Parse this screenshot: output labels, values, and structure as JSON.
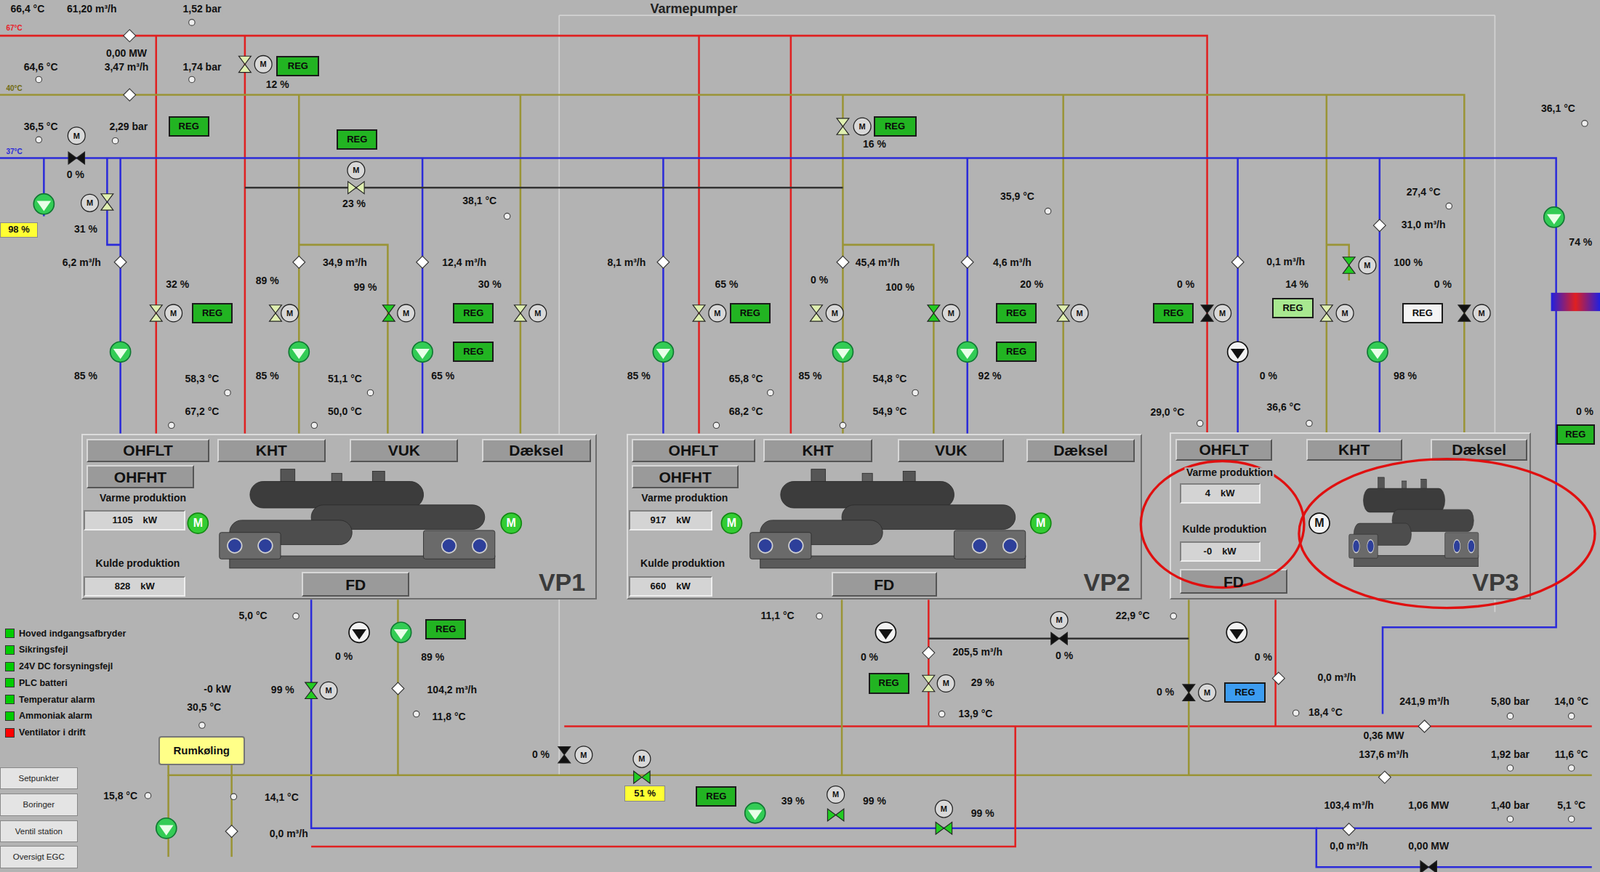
{
  "diagram": {
    "title": "Varmepumper",
    "nodes": [
      {
        "text": [
          "REG"
        ]
      },
      {
        "text": [
          "REG"
        ]
      },
      {
        "text": [
          "REG"
        ]
      },
      {
        "text": [
          "REG"
        ]
      },
      {
        "text": [
          "98 %"
        ]
      },
      {
        "text": [
          "REG"
        ]
      },
      {
        "text": [
          "REG"
        ]
      },
      {
        "text": [
          "REG"
        ]
      },
      {
        "text": [
          "REG"
        ]
      },
      {
        "text": [
          "REG"
        ]
      },
      {
        "text": [
          "REG"
        ]
      },
      {
        "text": [
          "REG"
        ]
      },
      {
        "text": [
          "REG"
        ]
      },
      {
        "text": [
          "REG"
        ]
      },
      {
        "text": [
          "REG"
        ]
      },
      {
        "text": [
          "VP1"
        ]
      },
      {
        "text": [
          "OHFLT"
        ],
        "in": 15
      },
      {
        "text": [
          "OHFHT"
        ],
        "in": 15
      },
      {
        "text": [
          "KHT"
        ],
        "in": 15
      },
      {
        "text": [
          "VUK"
        ],
        "in": 15
      },
      {
        "text": [
          "Dæksel"
        ],
        "in": 15
      },
      {
        "text": [
          "1105",
          "kW"
        ],
        "in": 15
      },
      {
        "text": [
          "828",
          "kW"
        ],
        "in": 15
      },
      {
        "text": [
          "FD"
        ],
        "in": 15
      },
      {
        "text": [
          "VP2"
        ]
      },
      {
        "text": [
          "OHFLT"
        ],
        "in": 24
      },
      {
        "text": [
          "OHFHT"
        ],
        "in": 24
      },
      {
        "text": [
          "KHT"
        ],
        "in": 24
      },
      {
        "text": [
          "VUK"
        ],
        "in": 24
      },
      {
        "text": [
          "Dæksel"
        ],
        "in": 24
      },
      {
        "text": [
          "917",
          "kW"
        ],
        "in": 24
      },
      {
        "text": [
          "660",
          "kW"
        ],
        "in": 24
      },
      {
        "text": [
          "FD"
        ],
        "in": 24
      },
      {
        "text": [
          "VP3"
        ]
      },
      {
        "text": [
          "OHFLT"
        ],
        "in": 33
      },
      {
        "text": [
          "KHT"
        ],
        "in": 33
      },
      {
        "text": [
          "Dæksel"
        ],
        "in": 33
      },
      {
        "text": [
          "4",
          "kW"
        ],
        "in": 33
      },
      {
        "text": [
          "-0",
          "kW"
        ],
        "in": 33
      },
      {
        "text": [
          "FD"
        ],
        "in": 33
      },
      {
        "text": [
          "REG"
        ]
      },
      {
        "text": [
          "REG"
        ]
      },
      {
        "text": [
          "REG"
        ]
      },
      {
        "text": [
          "Rumkøling"
        ]
      },
      {
        "text": [
          "51 %"
        ]
      },
      {
        "text": [
          "REG"
        ]
      },
      {
        "text": [
          "Setpunkter"
        ]
      },
      {
        "text": [
          "Boringer"
        ]
      },
      {
        "text": [
          "Ventil station"
        ]
      },
      {
        "text": [
          "Oversigt EGC"
        ]
      }
    ],
    "labels": [
      "66,4 °C",
      "61,20 m³/h",
      "1,52 bar",
      "67°C",
      "0,00 MW",
      "3,47 m³/h",
      "64,6 °C",
      "1,74 bar",
      "12 %",
      "40°C",
      "36,5 °C",
      "2,29 bar",
      "37°C",
      "16 %",
      "36,1 °C",
      "0 %",
      "23 %",
      "38,1 °C",
      "35,9 °C",
      "27,4 °C",
      "31,0 m³/h",
      "31 %",
      "74 %",
      "6,2 m³/h",
      "34,9 m³/h",
      "12,4 m³/h",
      "8,1 m³/h",
      "45,4 m³/h",
      "4,6 m³/h",
      "0,1 m³/h",
      "100 %",
      "32 %",
      "89 %",
      "99 %",
      "30 %",
      "65 %",
      "0 %",
      "100 %",
      "20 %",
      "0 %",
      "14 %",
      "0 %",
      "85 %",
      "85 %",
      "65 %",
      "85 %",
      "85 %",
      "92 %",
      "0 %",
      "98 %",
      "58,3 °C",
      "51,1 °C",
      "65,8 °C",
      "54,8 °C",
      "36,6 °C",
      "67,2 °C",
      "50,0 °C",
      "68,2 °C",
      "54,9 °C",
      "29,0 °C",
      "0 %",
      "Varme produktion",
      "Kulde produktion",
      "Varme produktion",
      "Kulde produktion",
      "Varme produktion",
      "Kulde produktion",
      "5,0 °C",
      "11,1 °C",
      "22,9 °C",
      "0 %",
      "0 %",
      "89 %",
      "0 %",
      "0 %",
      "205,5 m³/h",
      "0,0 m³/h",
      "29 %",
      "-0 kW",
      "99 %",
      "104,2 m³/h",
      "0 %",
      "241,9 m³/h",
      "5,80 bar",
      "14,0 °C",
      "30,5 °C",
      "18,4 °C",
      "13,9 °C",
      "11,8 °C",
      "0,36 MW",
      "0 %",
      "137,6 m³/h",
      "1,92 bar",
      "11,6 °C",
      "15,8 °C",
      "14,1 °C",
      "39 %",
      "99 %",
      "103,4 m³/h",
      "1,06 MW",
      "1,40 bar",
      "5,1 °C",
      "99 %",
      "0,0 m³/h",
      "0,0 m³/h",
      "0,00 MW",
      "M",
      "M",
      "M",
      "M",
      "M",
      "M",
      "M",
      "M",
      "M",
      "M",
      "M",
      "M",
      "M",
      "M",
      "M",
      "M",
      "M",
      "M",
      "M",
      "M",
      "M",
      "M",
      "M",
      "M",
      "M",
      "M",
      "M",
      "M",
      "M",
      "M"
    ],
    "legend": [
      {
        "text": "Hoved indgangsafbryder",
        "color": "#00cc00"
      },
      {
        "text": "Sikringsfejl",
        "color": "#00cc00"
      },
      {
        "text": "24V DC forsyningsfejl",
        "color": "#00cc00"
      },
      {
        "text": "PLC batteri",
        "color": "#00cc00"
      },
      {
        "text": "Temperatur alarm",
        "color": "#00cc00"
      },
      {
        "text": "Ammoniak alarm",
        "color": "#00cc00"
      },
      {
        "text": "Ventilator i drift",
        "color": "#ff0000"
      }
    ]
  }
}
